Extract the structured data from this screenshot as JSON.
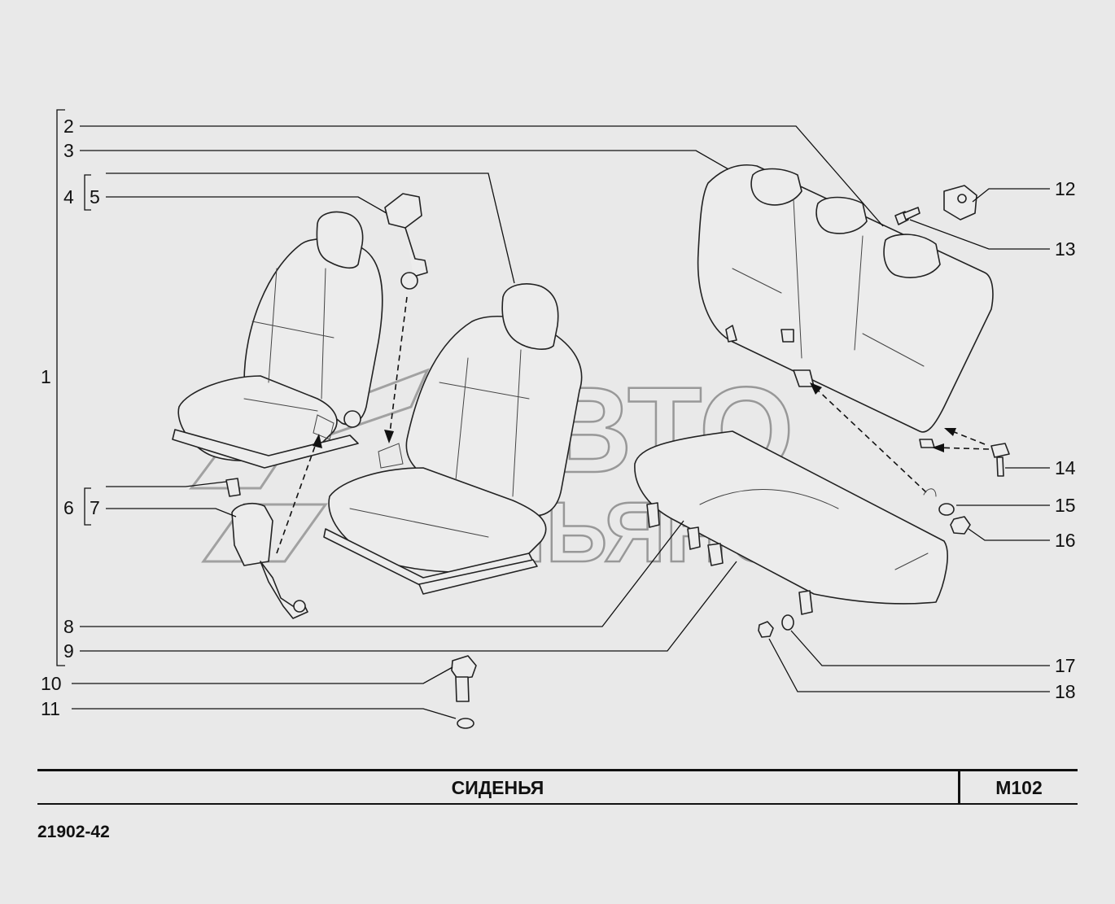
{
  "title": "СИДЕНЬЯ",
  "page_code": "М102",
  "model_code": "21902-42",
  "watermark": {
    "line1": "АВТО",
    "line2": "АЛЬЯНС"
  },
  "callouts": {
    "c1": "1",
    "c2": "2",
    "c3": "3",
    "c4": "4",
    "c5": "5",
    "c6": "6",
    "c7": "7",
    "c8": "8",
    "c9": "9",
    "c10": "10",
    "c11": "11",
    "c12": "12",
    "c13": "13",
    "c14": "14",
    "c15": "15",
    "c16": "16",
    "c17": "17",
    "c18": "18"
  },
  "colors": {
    "background": "#e9e9e9",
    "line": "#111111",
    "watermark": "#888888"
  }
}
